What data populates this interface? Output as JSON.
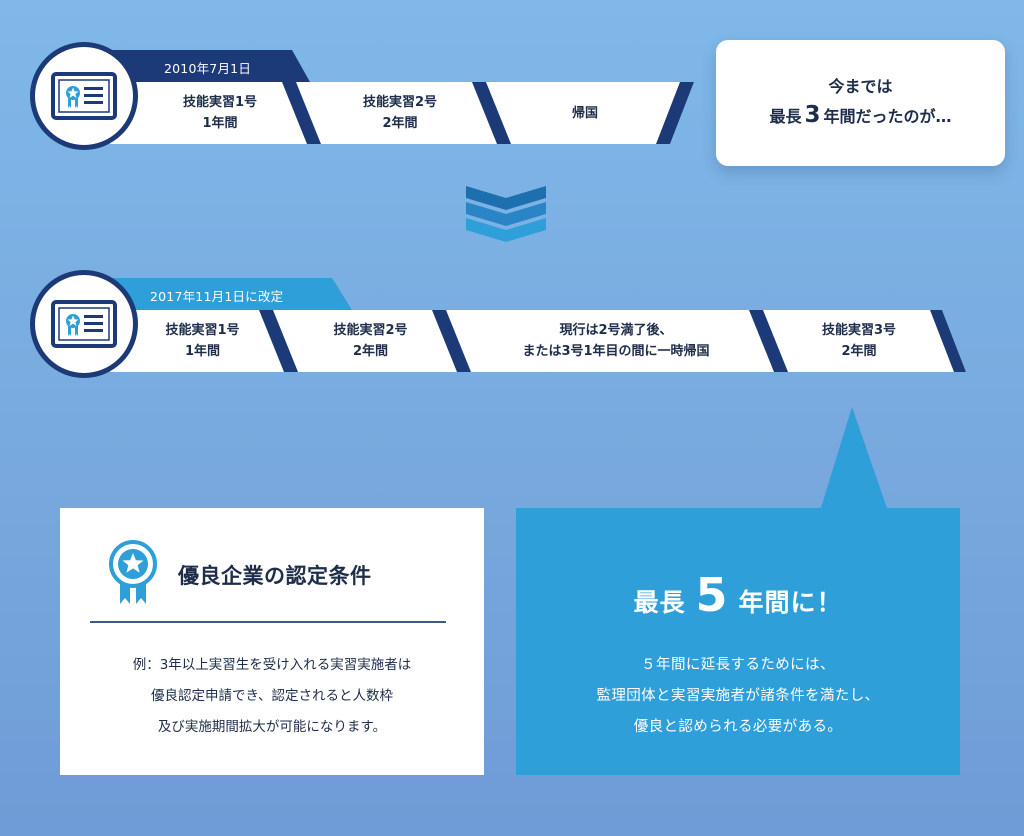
{
  "timeline_old": {
    "date_tab": "2010年7月1日",
    "segments": [
      {
        "line1": "技能実習1号",
        "line2": "1年間"
      },
      {
        "line1": "技能実習2号",
        "line2": "2年間"
      },
      {
        "line1": "帰国",
        "line2": ""
      }
    ]
  },
  "note_card": {
    "line1": "今までは",
    "line2_pre": "最長",
    "line2_num": "3",
    "line2_post": "年間だったのが…"
  },
  "timeline_new": {
    "date_tab": "2017年11月1日に改定",
    "segments": [
      {
        "line1": "技能実習1号",
        "line2": "1年間"
      },
      {
        "line1": "技能実習2号",
        "line2": "2年間"
      },
      {
        "line1": "現行は2号満了後、",
        "line2": "または3号1年目の間に一時帰国"
      },
      {
        "line1": "技能実習3号",
        "line2": "2年間"
      }
    ]
  },
  "conditions_box": {
    "title": "優良企業の認定条件",
    "body": [
      "例：3年以上実習生を受け入れる実習実施者は",
      "優良認定申請でき、認定されると人数枠",
      "及び実施期間拡大が可能になります。"
    ]
  },
  "result_box": {
    "head_pre": "最長",
    "head_num": "5",
    "head_post": "年間に！",
    "body": [
      "５年間に延長するためには、",
      "監理団体と実習実施者が諸条件を満たし、",
      "優良と認められる必要がある。"
    ]
  },
  "icons": {
    "badge": "certificate-icon",
    "arrow": "chevron-down-icon",
    "award": "award-ribbon-icon"
  },
  "colors": {
    "navy": "#1c3a78",
    "tab_old": "#1c3a78",
    "tab_new": "#2e9fd9",
    "accent_blue": "#2e9fd9",
    "background": "#7fb8e9"
  }
}
